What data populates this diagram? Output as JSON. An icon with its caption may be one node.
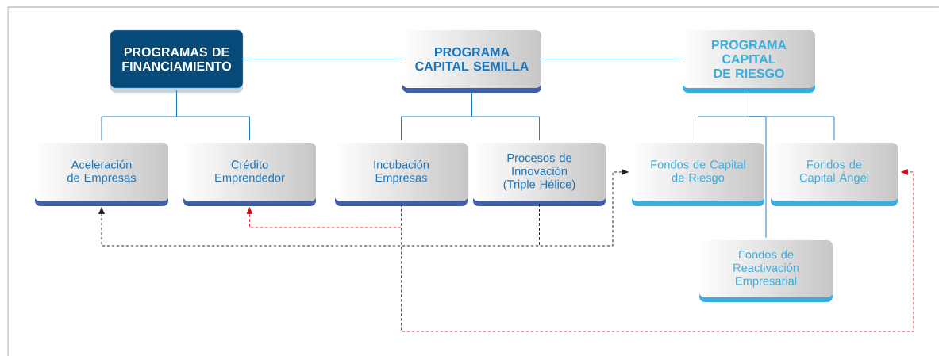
{
  "diagram": {
    "nodes": [
      {
        "text": [
          "PROGRAMAS DE FINANCIAMIENTO"
        ]
      },
      {
        "text": [
          "PROGRAMA CAPITAL SEMILLA"
        ]
      },
      {
        "text": [
          "PROGRAMA CAPITAL DE RIESGO"
        ]
      },
      {
        "text": [
          "Aceleración de Empresas"
        ]
      },
      {
        "text": [
          "Crédito Emprendedor"
        ]
      },
      {
        "text": [
          "Incubación Empresas"
        ]
      },
      {
        "text": [
          "Procesos de Innovación (Triple Hélice)"
        ]
      },
      {
        "text": [
          "Fondos de Capital de Riesgo"
        ]
      },
      {
        "text": [
          "Fondos de Capital Ángel"
        ]
      },
      {
        "text": [
          "Fondos de Reactivación Empresarial"
        ]
      }
    ],
    "edges": [
      {
        "from": 0,
        "to": 1,
        "arrow": "none"
      },
      {
        "from": 1,
        "to": 2,
        "arrow": "none"
      },
      {
        "from": 0,
        "to": 3,
        "arrow": "none"
      },
      {
        "from": 0,
        "to": 4,
        "arrow": "none"
      },
      {
        "from": 1,
        "to": 5,
        "arrow": "none"
      },
      {
        "from": 1,
        "to": 6,
        "arrow": "none"
      },
      {
        "from": 2,
        "to": 7,
        "arrow": "none"
      },
      {
        "from": 2,
        "to": 8,
        "arrow": "none"
      },
      {
        "from": 2,
        "to": 9,
        "arrow": "none"
      },
      {
        "from": 6,
        "to": 3,
        "arrow": "to",
        "style": "dashed",
        "color": "#231f20"
      },
      {
        "from": 6,
        "to": 7,
        "arrow": "to",
        "style": "dashed",
        "color": "#231f20"
      },
      {
        "from": 5,
        "to": 4,
        "arrow": "to",
        "style": "dashed",
        "color": "#e30613"
      },
      {
        "from": 5,
        "to": 8,
        "arrow": "to",
        "style": "dashed",
        "color": "#e30613"
      }
    ]
  }
}
